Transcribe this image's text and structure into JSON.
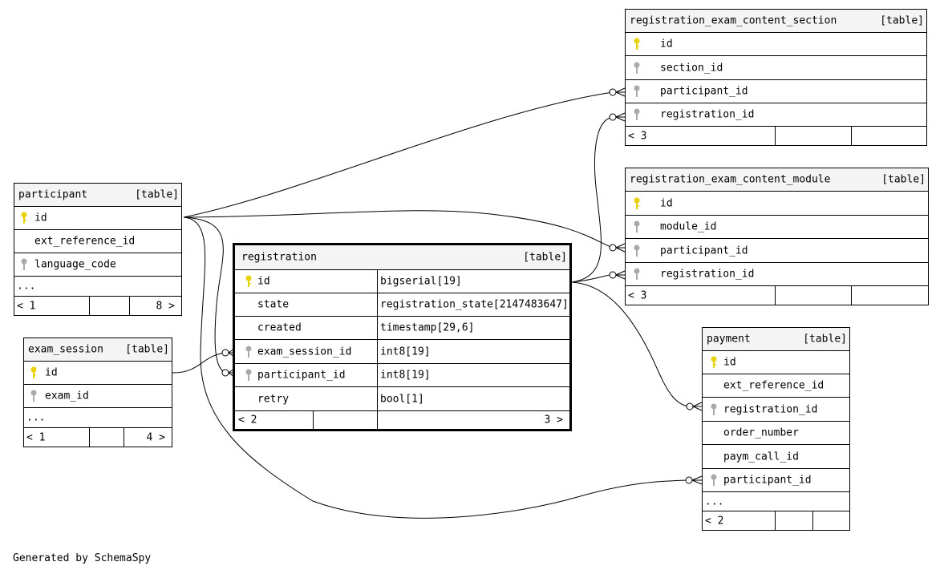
{
  "colors": {
    "primary_key": "#e6d200",
    "foreign_key": "#a9a9a9",
    "header_bg": "#f4f4f4"
  },
  "tables": {
    "participant": {
      "name": "participant",
      "type": "[table]",
      "columns": [
        {
          "name": "id",
          "key": "primary"
        },
        {
          "name": "ext_reference_id",
          "key": ""
        },
        {
          "name": "language_code",
          "key": "foreign"
        }
      ],
      "more": "...",
      "footer": [
        "< 1",
        "",
        "8 >"
      ]
    },
    "exam_session": {
      "name": "exam_session",
      "type": "[table]",
      "columns": [
        {
          "name": "id",
          "key": "primary"
        },
        {
          "name": "exam_id",
          "key": "foreign"
        }
      ],
      "more": "...",
      "footer": [
        "< 1",
        "",
        "4 >"
      ]
    },
    "registration": {
      "name": "registration",
      "type": "[table]",
      "columns": [
        {
          "name": "id",
          "type": "bigserial[19]",
          "key": "primary"
        },
        {
          "name": "state",
          "type": "registration_state[2147483647]",
          "key": ""
        },
        {
          "name": "created",
          "type": "timestamp[29,6]",
          "key": ""
        },
        {
          "name": "exam_session_id",
          "type": "int8[19]",
          "key": "foreign"
        },
        {
          "name": "participant_id",
          "type": "int8[19]",
          "key": "foreign"
        },
        {
          "name": "retry",
          "type": "bool[1]",
          "key": ""
        }
      ],
      "footer": [
        "< 2",
        "",
        "3 >"
      ]
    },
    "reg_section": {
      "name": "registration_exam_content_section",
      "type": "[table]",
      "columns": [
        {
          "name": "id",
          "key": "primary"
        },
        {
          "name": "section_id",
          "key": "foreign"
        },
        {
          "name": "participant_id",
          "key": "foreign"
        },
        {
          "name": "registration_id",
          "key": "foreign"
        }
      ],
      "footer": [
        "< 3",
        "",
        ""
      ]
    },
    "reg_module": {
      "name": "registration_exam_content_module",
      "type": "[table]",
      "columns": [
        {
          "name": "id",
          "key": "primary"
        },
        {
          "name": "module_id",
          "key": "foreign"
        },
        {
          "name": "participant_id",
          "key": "foreign"
        },
        {
          "name": "registration_id",
          "key": "foreign"
        }
      ],
      "footer": [
        "< 3",
        "",
        ""
      ]
    },
    "payment": {
      "name": "payment",
      "type": "[table]",
      "columns": [
        {
          "name": "id",
          "key": "primary"
        },
        {
          "name": "ext_reference_id",
          "key": ""
        },
        {
          "name": "registration_id",
          "key": "foreign"
        },
        {
          "name": "order_number",
          "key": ""
        },
        {
          "name": "paym_call_id",
          "key": ""
        },
        {
          "name": "participant_id",
          "key": "foreign"
        }
      ],
      "more": "...",
      "footer": [
        "< 2",
        "",
        ""
      ]
    }
  },
  "relationships": [
    {
      "from": "participant.id",
      "to": "registration_exam_content_section.participant_id"
    },
    {
      "from": "participant.id",
      "to": "registration_exam_content_module.participant_id"
    },
    {
      "from": "participant.id",
      "to": "registration.participant_id"
    },
    {
      "from": "participant.id",
      "to": "payment.participant_id"
    },
    {
      "from": "exam_session.id",
      "to": "registration.exam_session_id"
    },
    {
      "from": "registration.id",
      "to": "registration_exam_content_section.registration_id"
    },
    {
      "from": "registration.id",
      "to": "registration_exam_content_module.registration_id"
    },
    {
      "from": "registration.id",
      "to": "payment.registration_id"
    }
  ],
  "generated_by": "Generated by SchemaSpy"
}
